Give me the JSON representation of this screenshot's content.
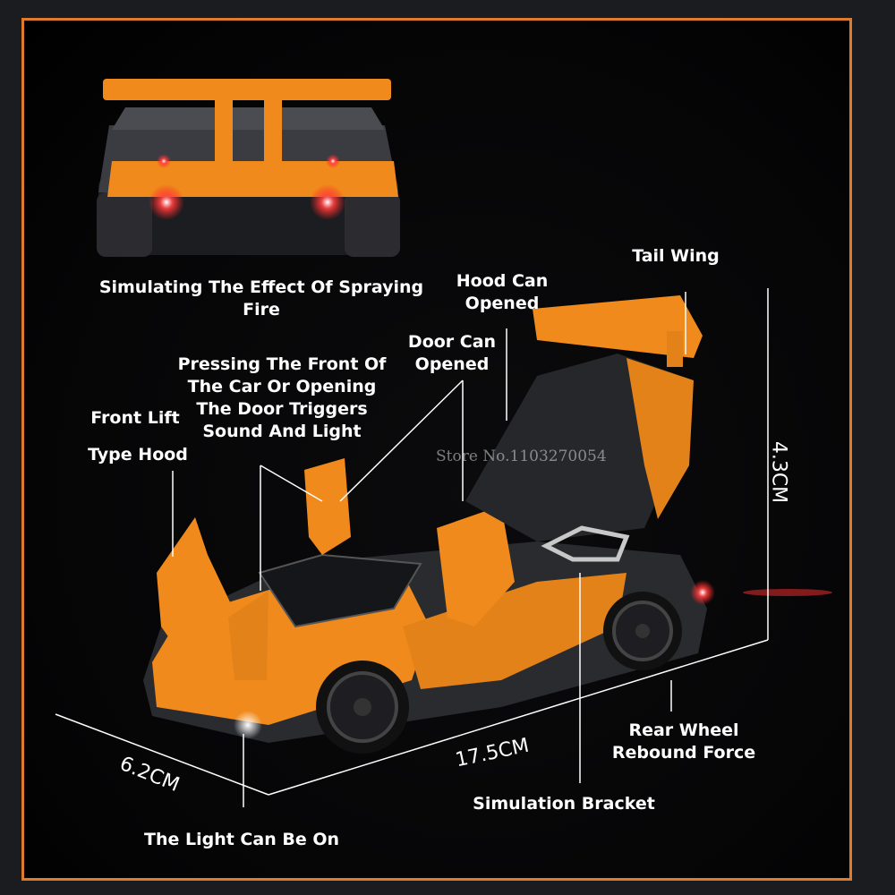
{
  "colors": {
    "frame_border": "#e07a2c",
    "car_orange": "#f08a1c",
    "car_dark": "#2a2b2f",
    "light_red": "#ff3030",
    "text": "#ffffff"
  },
  "labels": {
    "spraying_fire": "Simulating The Effect Of Spraying Fire",
    "tail_wing": "Tail Wing",
    "hood_can_opened": "Hood Can\nOpened",
    "door_can_opened": "Door Can\nOpened",
    "pressing_front": "Pressing The Front Of\nThe Car Or Opening\nThe Door Triggers\nSound And Light",
    "front_lift": "Front Lift",
    "type_hood": "Type Hood",
    "rear_wheel": "Rear Wheel\nRebound Force",
    "simulation_bracket": "Simulation Bracket",
    "light_on": "The Light Can Be On"
  },
  "dimensions": {
    "height": "4.3CM",
    "length": "17.5CM",
    "width": "6.2CM"
  },
  "watermark": "Store No.1103270054"
}
